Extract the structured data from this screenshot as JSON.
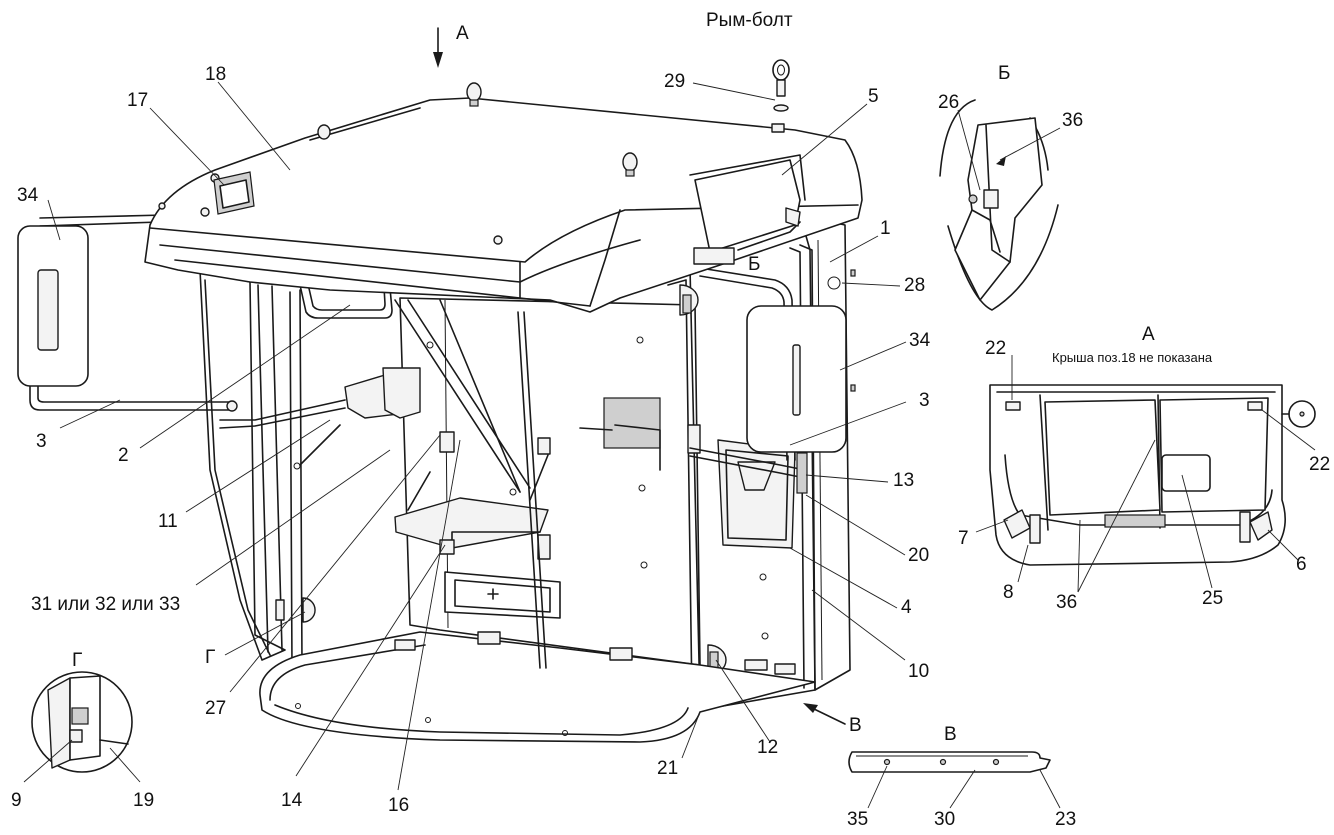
{
  "view_labels": {
    "arrow_a": "А",
    "arrow_v": "В",
    "detail_b_title": "Б",
    "detail_a_title": "А",
    "detail_a_note": "Крыша поз.18  не показана",
    "detail_v_title": "В",
    "detail_g_title": "Г",
    "main_b_marker": "Б",
    "main_g_marker": "Г",
    "eye_bolt": "Рым-болт"
  },
  "callouts": {
    "c1": "1",
    "c2": "2",
    "c3_left": "3",
    "c3_right": "3",
    "c4": "4",
    "c5": "5",
    "c6": "6",
    "c7": "7",
    "c8": "8",
    "c9": "9",
    "c10": "10",
    "c11": "11",
    "c12": "12",
    "c13": "13",
    "c14": "14",
    "c16": "16",
    "c17": "17",
    "c18": "18",
    "c19": "19",
    "c20": "20",
    "c21": "21",
    "c22_top": "22",
    "c22_right": "22",
    "c23": "23",
    "c25": "25",
    "c26": "26",
    "c27": "27",
    "c28": "28",
    "c29": "29",
    "c30": "30",
    "c31_33": "31 или 32 или 33",
    "c34_left": "34",
    "c34_right": "34",
    "c35": "35",
    "c36_b": "36",
    "c36_a": "36"
  }
}
